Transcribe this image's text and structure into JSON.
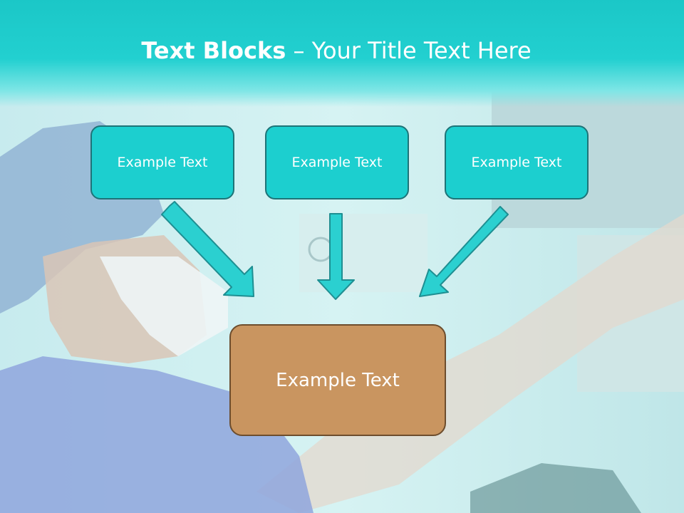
{
  "slide": {
    "title_bold": "Text Blocks",
    "title_dash": " – ",
    "title_rest": "Your Title Text Here",
    "top_boxes": [
      {
        "label": "Example Text"
      },
      {
        "label": "Example Text"
      },
      {
        "label": "Example Text"
      }
    ],
    "bottom_box": {
      "label": "Example Text"
    }
  },
  "colors": {
    "header_teal": "#1bc7c7",
    "box_teal": "#1ccfcf",
    "box_border": "#1e7478",
    "bottom_box_fill": "#c99560",
    "arrow_fill": "#2bd0d0"
  }
}
